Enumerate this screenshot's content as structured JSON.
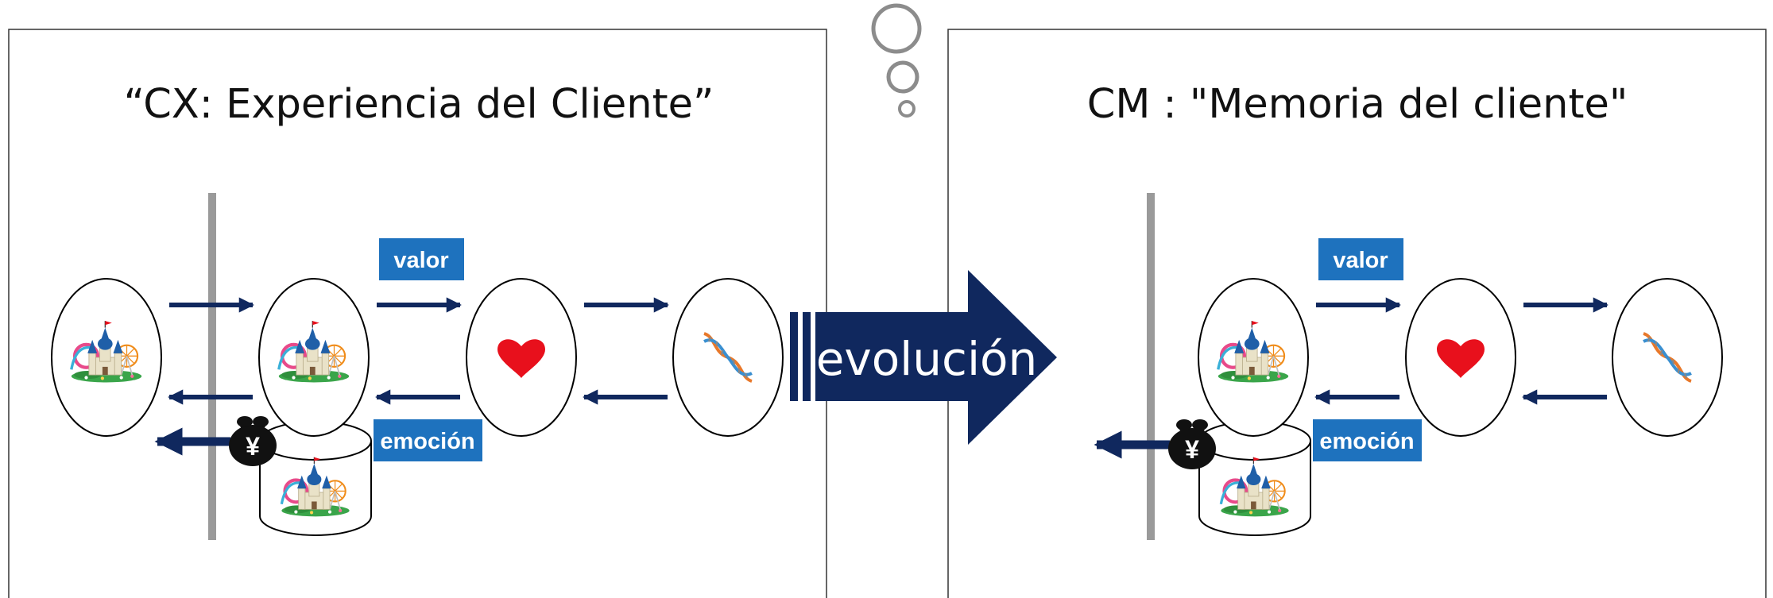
{
  "panels": {
    "left": {
      "title": "“CX: Experiencia del Cliente”"
    },
    "right": {
      "title": "CM : \"Memoria del cliente\""
    }
  },
  "labels": {
    "value": "valor",
    "emotion": "emoción",
    "evolution": "evolución",
    "currency": "¥"
  },
  "colors": {
    "navy": "#10285e",
    "tag_blue": "#1e72be",
    "barrier_gray": "#9a9a9a",
    "heart_red": "#e8101c",
    "money_bag": "#111111"
  },
  "icons": [
    "amusement-park-icon",
    "heart-icon",
    "dna-icon",
    "money-bag-icon",
    "thought-bubble-icon"
  ]
}
